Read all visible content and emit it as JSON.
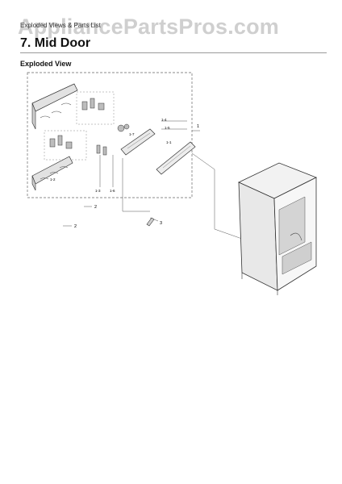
{
  "header": {
    "watermark": "AppliancePartsPros.com",
    "section_tag": "Exploded Views & Parts List",
    "title": "7.  Mid Door",
    "subtitle": "Exploded View"
  },
  "callouts": {
    "c1": "1",
    "c2": "2",
    "c2b": "2",
    "c3": "3",
    "c11": "1-1",
    "c12": "1-2",
    "c13": "1-3",
    "c14": "1-4",
    "c15": "1-5",
    "c16": "1-6",
    "c17": "1-7"
  }
}
